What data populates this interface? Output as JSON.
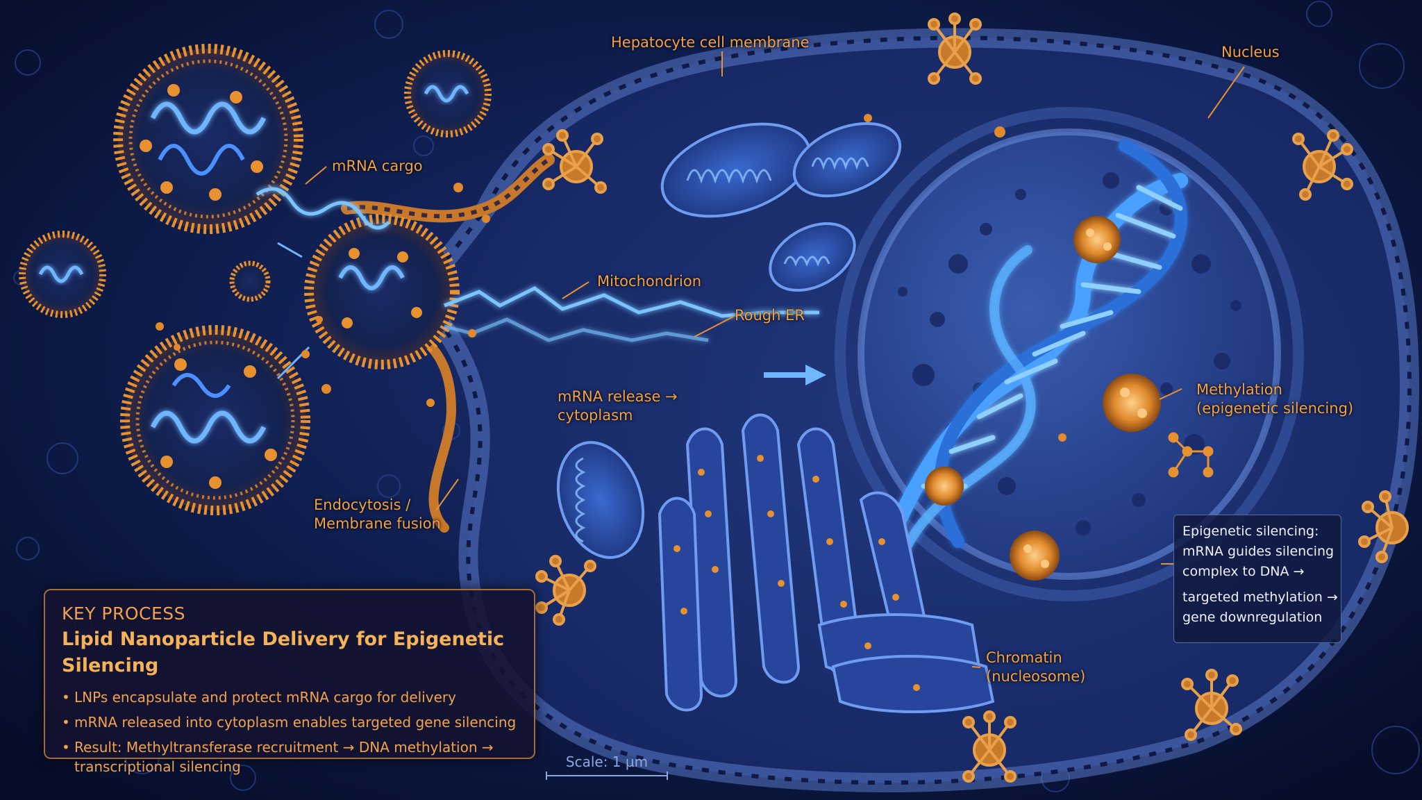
{
  "labels": {
    "membrane": "Hepatocyte cell membrane",
    "nucleus": "Nucleus",
    "mrna_cargo": "mRNA cargo",
    "mitochondrion": "Mitochondrion",
    "rough_er": "Rough ER",
    "mrna_release_1": "mRNA release →",
    "mrna_release_2": "cytoplasm",
    "endocytosis_1": "Endocytosis /",
    "endocytosis_2": "Membrane fusion",
    "methylation_1": "Methylation",
    "methylation_2": "(epigenetic silencing)",
    "chromatin_1": "Chromatin",
    "chromatin_2": "(nucleosome)"
  },
  "key_process": {
    "heading": "KEY PROCESS",
    "title": "Lipid Nanoparticle Delivery for Epigenetic Silencing",
    "bullets": [
      "LNPs encapsulate and protect mRNA cargo for delivery",
      "mRNA released into cytoplasm enables targeted gene silencing",
      "Result: Methyltransferase recruitment → DNA methylation →",
      "transcriptional silencing"
    ]
  },
  "side_note": {
    "line1": "Epigenetic silencing:",
    "line2": "mRNA guides silencing",
    "line3": "complex to DNA →",
    "line4": "targeted methylation →",
    "line5": "gene downregulation"
  },
  "scale": "Scale: 1 µm",
  "colors": {
    "background": "#0a1638",
    "lipid_orange": "#e8922f",
    "mrna_blue": "#6fb6ff",
    "label_orange": "#f2a24a",
    "cell_blue": "#2c4a9a"
  }
}
